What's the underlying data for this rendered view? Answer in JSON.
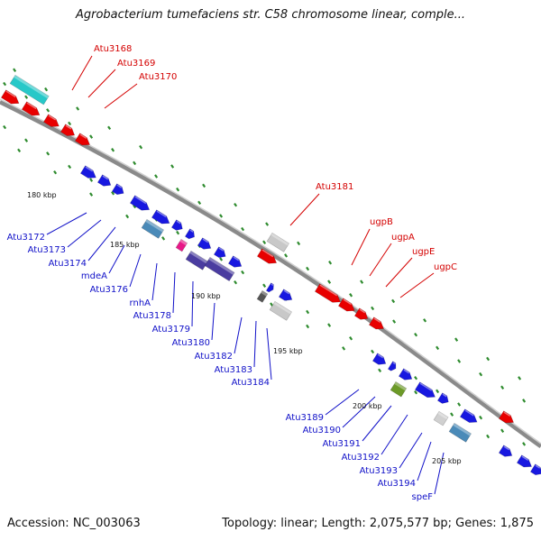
{
  "title": "Agrobacterium tumefaciens str. C58 chromosome linear, comple...",
  "footer": {
    "accession": "Accession: NC_003063",
    "summary": "Topology: linear; Length: 2,075,577 bp; Genes: 1,875"
  },
  "colors": {
    "backbone": "#8a8a8a",
    "tick": "#2e8b2e",
    "forward_label": "#d40000",
    "reverse_label": "#1010c8",
    "ruler_label": "#111111"
  },
  "ruler_labels": [
    "180 kbp",
    "185 kbp",
    "190 kbp",
    "195 kbp",
    "200 kbp",
    "205 kbp"
  ],
  "forward_gene_labels": [
    "Atu3168",
    "Atu3169",
    "Atu3170",
    "Atu3181",
    "ugpB",
    "ugpA",
    "ugpE",
    "ugpC"
  ],
  "reverse_gene_labels": [
    "Atu3172",
    "Atu3173",
    "Atu3174",
    "mdeA",
    "Atu3176",
    "rnhA",
    "Atu3178",
    "Atu3179",
    "Atu3180",
    "Atu3182",
    "Atu3183",
    "Atu3184",
    "Atu3189",
    "Atu3190",
    "Atu3191",
    "Atu3192",
    "Atu3193",
    "Atu3194",
    "speF"
  ],
  "icons": {
    "gene": "arrow-block-icon",
    "feature": "rectangle-block-icon"
  }
}
